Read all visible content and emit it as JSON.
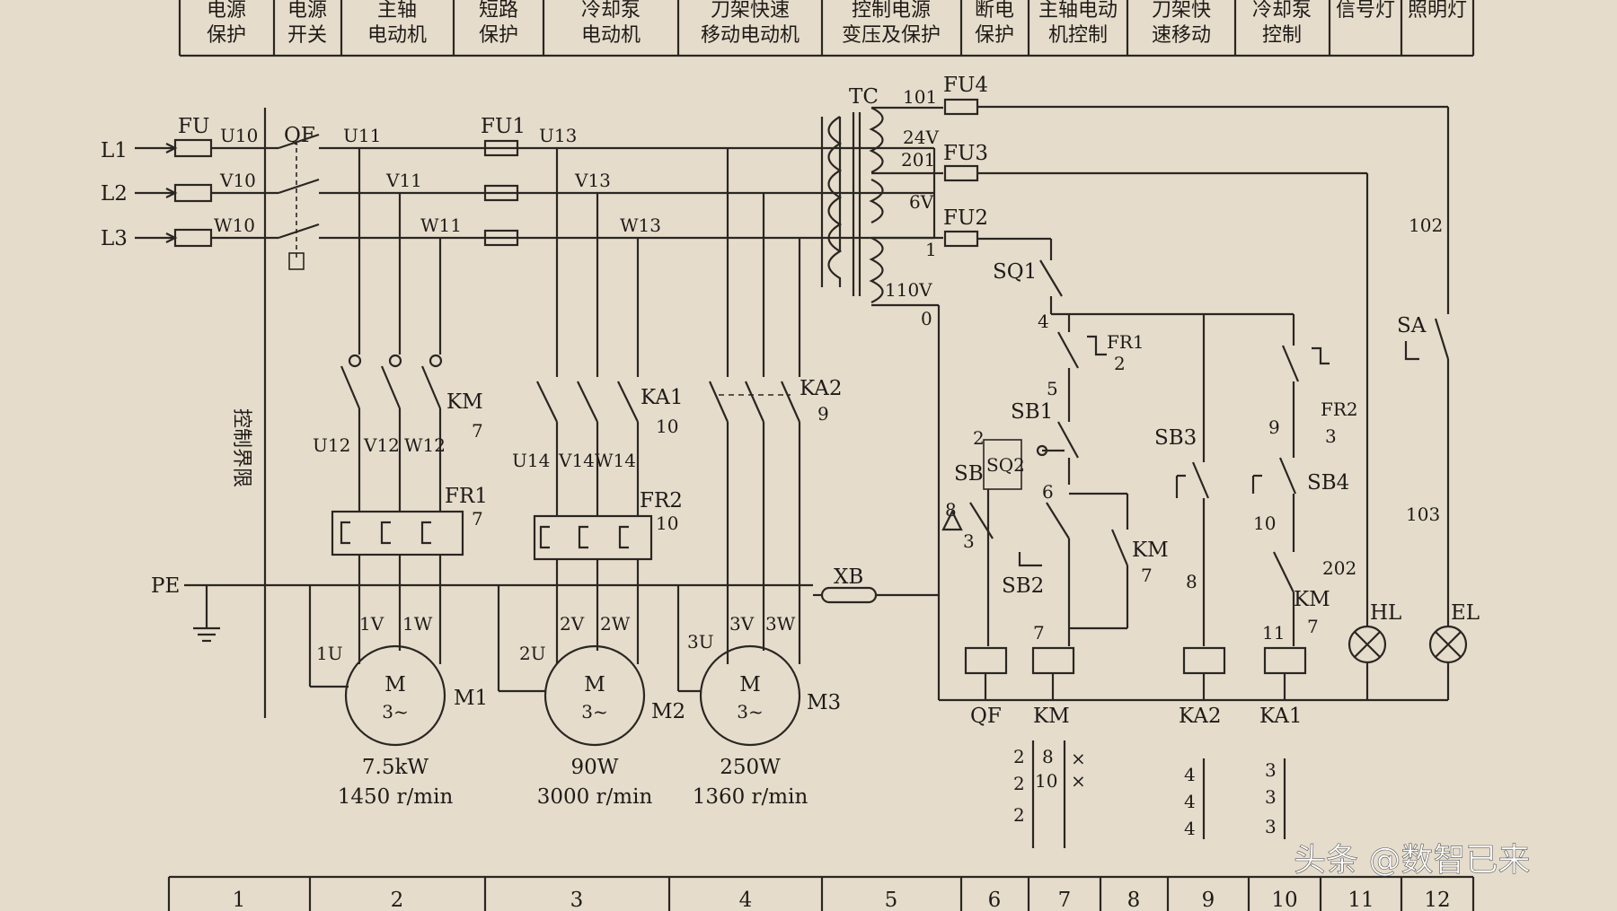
{
  "header": {
    "cells": [
      {
        "l1": "电源",
        "l2": "保护"
      },
      {
        "l1": "电源",
        "l2": "开关"
      },
      {
        "l1": "主轴",
        "l2": "电动机"
      },
      {
        "l1": "短路",
        "l2": "保护"
      },
      {
        "l1": "冷却泵",
        "l2": "电动机"
      },
      {
        "l1": "刀架快速",
        "l2": "移动电动机"
      },
      {
        "l1": "控制电源",
        "l2": "变压及保护"
      },
      {
        "l1": "断电",
        "l2": "保护"
      },
      {
        "l1": "主轴电动",
        "l2": "机控制"
      },
      {
        "l1": "刀架快",
        "l2": "速移动"
      },
      {
        "l1": "冷却泵",
        "l2": "控制"
      },
      {
        "l1": "信号灯",
        "l2": ""
      },
      {
        "l1": "照明灯",
        "l2": ""
      }
    ]
  },
  "lines": {
    "l1": "L1",
    "l2": "L2",
    "l3": "L3",
    "pe": "PE"
  },
  "power": {
    "fu": "FU",
    "qf": "QF",
    "fu1": "FU1",
    "u10": "U10",
    "v10": "V10",
    "w10": "W10",
    "u11": "U11",
    "v11": "V11",
    "w11": "W11",
    "u13": "U13",
    "v13": "V13",
    "w13": "W13",
    "km": "KM",
    "km_n": "7",
    "ka1": "KA1",
    "ka1_n": "10",
    "ka2": "KA2",
    "ka2_n": "9",
    "u12": "U12",
    "v12": "V12",
    "w12": "W12",
    "u14": "U14",
    "v14": "V14",
    "w14": "W14",
    "fr1": "FR1",
    "fr1_n": "7",
    "fr2": "FR2",
    "fr2_n": "10",
    "side_label": "控制界限",
    "xb": "XB"
  },
  "motors": [
    {
      "id": "M1",
      "m": "M",
      "phase": "3~",
      "t1": "1U",
      "t2": "1V",
      "t3": "1W",
      "power": "7.5kW",
      "speed": "1450 r/min"
    },
    {
      "id": "M2",
      "m": "M",
      "phase": "3~",
      "t1": "2U",
      "t2": "2V",
      "t3": "2W",
      "power": "90W",
      "speed": "3000 r/min"
    },
    {
      "id": "M3",
      "m": "M",
      "phase": "3~",
      "t1": "3U",
      "t2": "3V",
      "t3": "3W",
      "power": "250W",
      "speed": "1360 r/min"
    }
  ],
  "control": {
    "tc": "TC",
    "n101": "101",
    "fu4": "FU4",
    "v24": "24V",
    "n201": "201",
    "fu3": "FU3",
    "v6": "6V",
    "fu2": "FU2",
    "n1": "1",
    "v110": "110V",
    "n0": "0",
    "sq1": "SQ1",
    "n4": "4",
    "fr1": "FR1",
    "fr1_n": "2",
    "n5": "5",
    "sb1": "SB1",
    "n2": "2",
    "sb": "SB",
    "sq2": "SQ2",
    "n8": "8",
    "n3": "3",
    "n6": "6",
    "sb2": "SB2",
    "n7": "7",
    "km": "KM",
    "km_n": "7",
    "sb3": "SB3",
    "n8b": "8",
    "fr2": "FR2",
    "fr2_n": "3",
    "n9": "9",
    "sb4": "SB4",
    "n10": "10",
    "n202": "202",
    "km2": "KM",
    "km2_n": "7",
    "n11": "11",
    "sa": "SA",
    "n102": "102",
    "n103": "103",
    "hl": "HL",
    "el": "EL",
    "coil_qf": "QF",
    "coil_km": "KM",
    "coil_ka2": "KA2",
    "coil_ka1": "KA1",
    "ref_km_a": "2",
    "ref_km_b": "2",
    "ref_km_c": "2",
    "ref_km_d": "8",
    "ref_km_e": "10",
    "ref_x": "×",
    "ref_ka2": "4",
    "ref_ka1": "3"
  },
  "footer": {
    "cells": [
      "1",
      "2",
      "3",
      "4",
      "5",
      "6",
      "7",
      "8",
      "9",
      "10",
      "11",
      "12"
    ]
  },
  "watermark": "头条 @数智已来"
}
